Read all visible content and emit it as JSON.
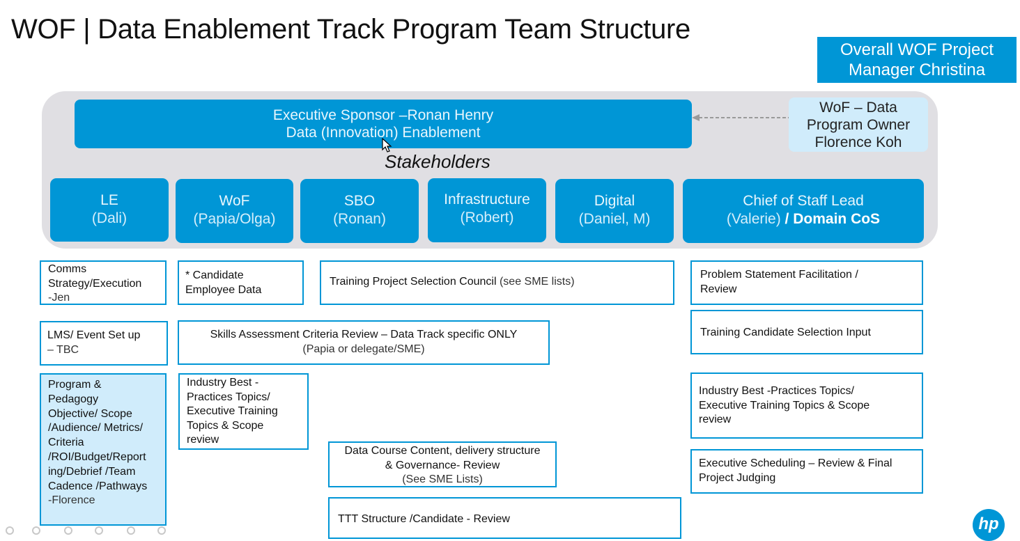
{
  "title": "WOF | Data Enablement Track Program Team Structure",
  "overall_pm": {
    "line1": "Overall WOF  Project",
    "line2": "Manager Christina"
  },
  "executive_sponsor": {
    "line1": "Executive Sponsor –Ronan Henry",
    "line2": "Data (Innovation) Enablement"
  },
  "program_owner": {
    "line1": "WoF – Data",
    "line2": "Program Owner",
    "line3": "Florence Koh"
  },
  "stakeholders_label": "Stakeholders",
  "stakeholders": [
    {
      "name": "LE",
      "person": "(Dali)"
    },
    {
      "name": "WoF",
      "person": "(Papia/Olga)"
    },
    {
      "name": "SBO",
      "person": "(Ronan)"
    },
    {
      "name": "Infrastructure",
      "person": "(Robert)"
    },
    {
      "name": "Digital",
      "person": "(Daniel, M)"
    },
    {
      "name": "Chief of Staff Lead",
      "person": "(Valerie)",
      "suffix": " / Domain CoS"
    }
  ],
  "le_cards": {
    "comms": {
      "l1": "Comms",
      "l2": "Strategy/Execution",
      "l3": " -Jen"
    },
    "lms": {
      "l1": "LMS/ Event Set up",
      "l2": "–  TBC"
    },
    "program": {
      "lines": [
        "Program &",
        "Pedagogy",
        "Objective/ Scope",
        "/Audience/ Metrics/",
        "Criteria",
        "/ROI/Budget/Report",
        "ing/Debrief /Team",
        "Cadence /Pathways"
      ],
      "owner": " -Florence"
    }
  },
  "wof_cards": {
    "candidate": {
      "l1": "* Candidate",
      "l2": "Employee Data"
    },
    "industry": {
      "lines": [
        "Industry Best -",
        "Practices Topics/",
        "Executive Training",
        "Topics & Scope",
        "review"
      ]
    }
  },
  "middle_cards": {
    "council": {
      "main": "Training Project Selection Council",
      "sub": " (see SME lists)"
    },
    "skills": {
      "main": "Skills Assessment Criteria  Review – Data Track specific ONLY",
      "sub": "(Papia or delegate/SME)"
    },
    "course": {
      "l1": "Data Course Content, delivery structure",
      "l2": "& Governance- Review",
      "sub": "(See SME Lists)"
    },
    "ttt": "TTT Structure /Candidate - Review"
  },
  "cos_cards": {
    "problem": {
      "l1": " Problem Statement Facilitation /",
      "l2": "Review"
    },
    "selection": "Training Candidate Selection Input",
    "industry": {
      "lines": [
        "Industry Best -Practices Topics/",
        "Executive Training Topics & Scope",
        "review"
      ]
    },
    "scheduling": {
      "l1": "Executive Scheduling – Review & Final",
      "l2": "Project Judging"
    }
  },
  "logo": {
    "text": "hp"
  },
  "icons": {
    "cursor": "mouse-pointer-icon",
    "arrow": "dashed-arrow-left-icon"
  },
  "colors": {
    "accent": "#0096d6",
    "light": "#d0ecfb",
    "panel": "#e0dfe3"
  }
}
